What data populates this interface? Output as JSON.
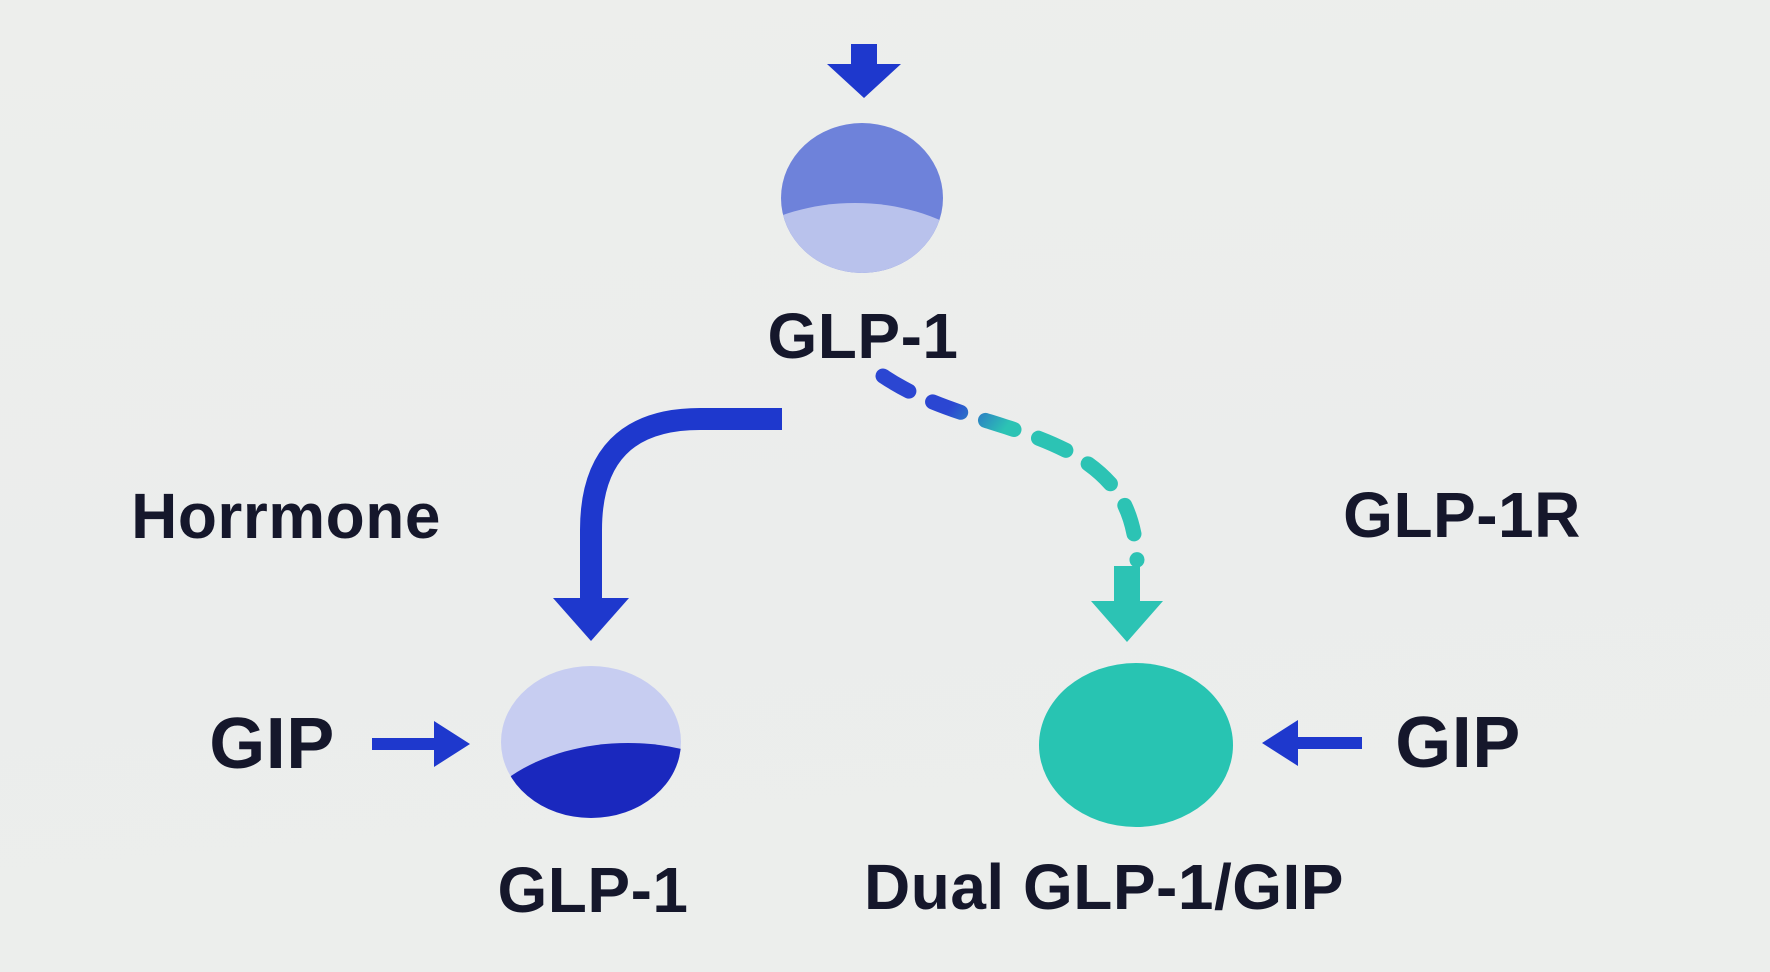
{
  "diagram": {
    "title_implied": "GLP-1 pathway diagram",
    "labels": {
      "top_circle": "GLP-1",
      "left_branch": "Horrmone",
      "right_branch": "GLP-1R",
      "gip_left": "GIP",
      "gip_right": "GIP",
      "bottom_left_circle": "GLP-1",
      "bottom_right_circle": "Dual GLP-1/GIP"
    },
    "colors": {
      "background": "#ecedeb",
      "text": "#15172b",
      "arrow_blue": "#1e38cd",
      "dash_blue": "#2b46d2",
      "dash_teal": "#2cc3b4",
      "circle_top_main": "#6e82da",
      "circle_top_light_crescent": "#b9c2ec",
      "circle_left_light": "#c7cdf1",
      "circle_left_dark_crescent": "#1a28be",
      "circle_teal": "#28c4b2"
    }
  }
}
